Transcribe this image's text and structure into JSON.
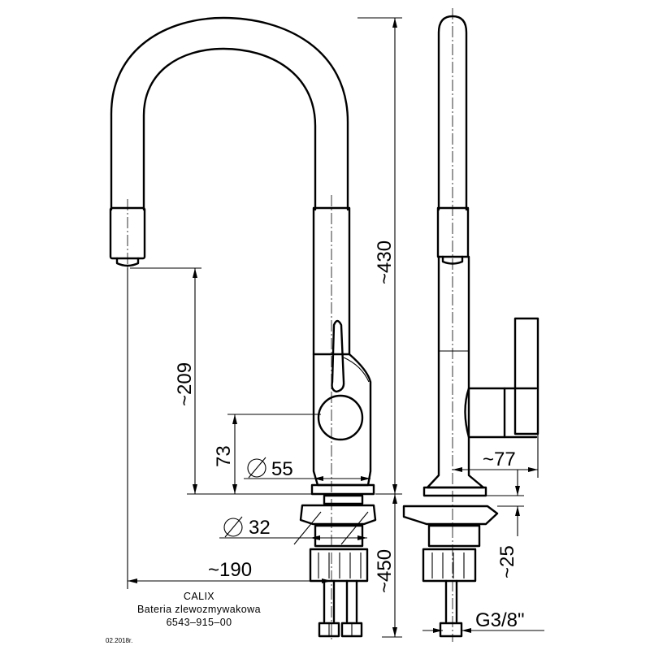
{
  "dimensions": {
    "height_total": "~430",
    "spout_height": "~209",
    "handle_height": "73",
    "body_diameter": "55",
    "shank_diameter": "32",
    "reach": "~190",
    "hose_length": "~450",
    "handle_projection": "~77",
    "counter_thickness": "~25",
    "thread": "G3/8\""
  },
  "title_block": {
    "product": "CALIX",
    "description": "Bateria  zlewozmywakowa",
    "code": "6543–915–00",
    "date": "02.2018r."
  }
}
